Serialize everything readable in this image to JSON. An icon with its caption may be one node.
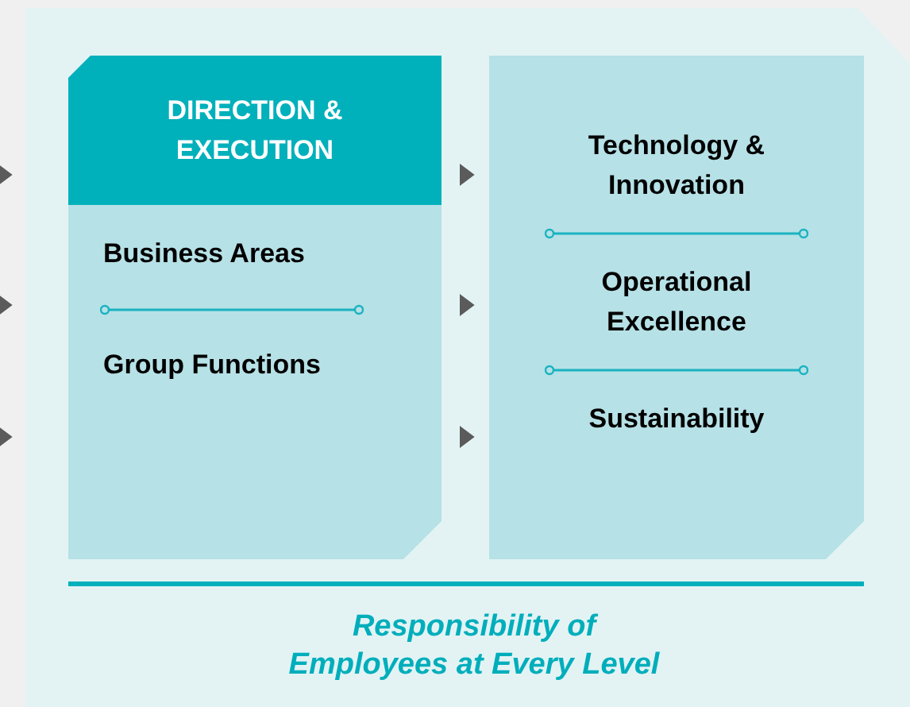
{
  "diagram": {
    "nodes": [
      {
        "text": [
          "Responsibility of Employees at Every Level"
        ]
      },
      {
        "text": [
          "DIRECTION & EXECUTION",
          "Business Areas",
          "Group Functions"
        ],
        "in": 0
      },
      {
        "text": [
          "Technology & Innovation",
          "Operational Excellence",
          "Sustainability"
        ],
        "in": 0
      }
    ],
    "edges": [
      {
        "from": null,
        "to": 0,
        "arrow": "to"
      },
      {
        "from": null,
        "to": 0,
        "arrow": "to"
      },
      {
        "from": null,
        "to": 0,
        "arrow": "to"
      },
      {
        "from": 1,
        "to": 2,
        "arrow": "to"
      },
      {
        "from": 1,
        "to": 2,
        "arrow": "to"
      },
      {
        "from": 1,
        "to": 2,
        "arrow": "to"
      }
    ]
  }
}
